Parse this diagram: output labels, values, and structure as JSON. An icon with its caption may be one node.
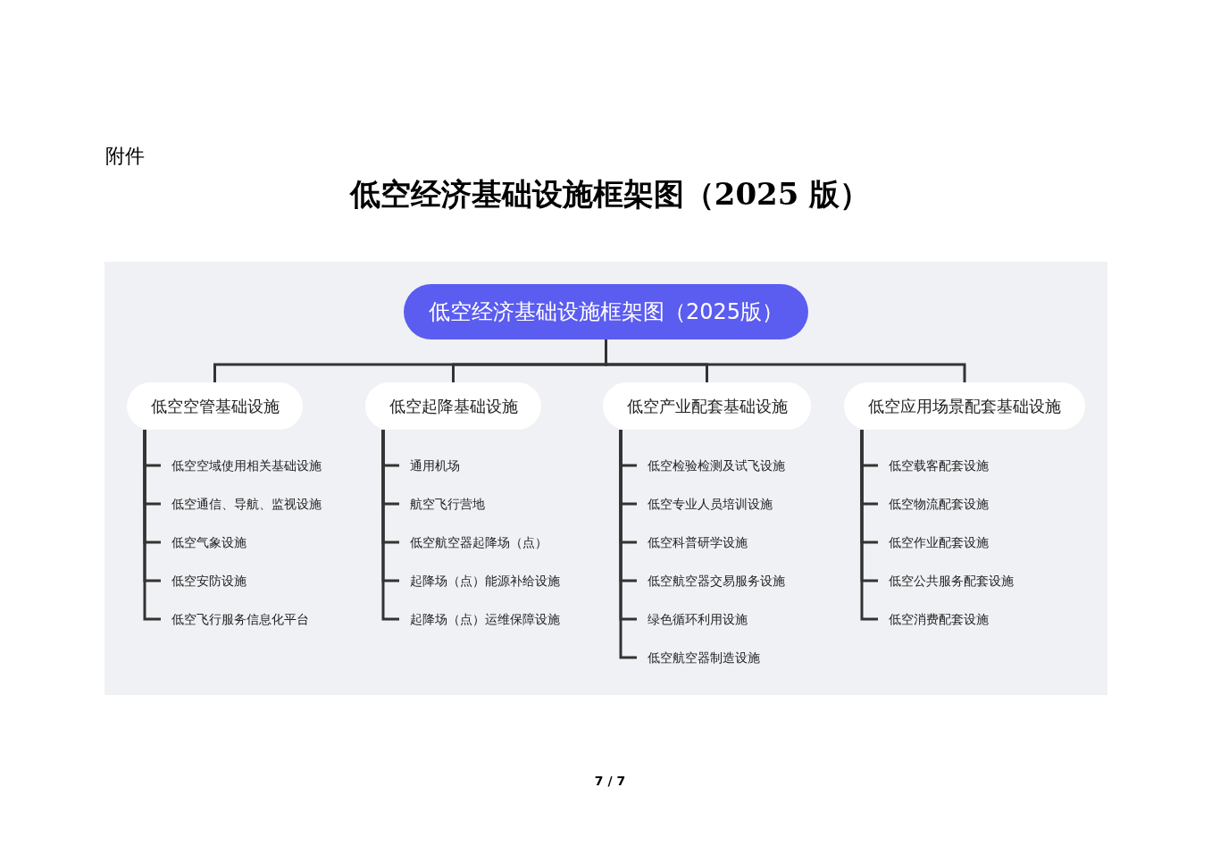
{
  "diagram": {
    "title": "低空经济基础设施框架图（2025 版）",
    "nodes": [
      {
        "text": [
          "低空经济基础设施框架图（2025版）"
        ]
      },
      {
        "text": [
          "低空空管基础设施"
        ]
      },
      {
        "text": [
          "低空起降基础设施"
        ]
      },
      {
        "text": [
          "低空产业配套基础设施"
        ]
      },
      {
        "text": [
          "低空应用场景配套基础设施"
        ]
      },
      {
        "text": [
          "低空空域使用相关基础设施"
        ]
      },
      {
        "text": [
          "低空通信、导航、监视设施"
        ]
      },
      {
        "text": [
          "低空气象设施"
        ]
      },
      {
        "text": [
          "低空安防设施"
        ]
      },
      {
        "text": [
          "低空飞行服务信息化平台"
        ]
      },
      {
        "text": [
          "通用机场"
        ]
      },
      {
        "text": [
          "航空飞行营地"
        ]
      },
      {
        "text": [
          "低空航空器起降场（点）"
        ]
      },
      {
        "text": [
          "起降场（点）能源补给设施"
        ]
      },
      {
        "text": [
          "起降场（点）运维保障设施"
        ]
      },
      {
        "text": [
          "低空检验检测及试飞设施"
        ]
      },
      {
        "text": [
          "低空专业人员培训设施"
        ]
      },
      {
        "text": [
          "低空科普研学设施"
        ]
      },
      {
        "text": [
          "低空航空器交易服务设施"
        ]
      },
      {
        "text": [
          "绿色循环利用设施"
        ]
      },
      {
        "text": [
          "低空航空器制造设施"
        ]
      },
      {
        "text": [
          "低空载客配套设施"
        ]
      },
      {
        "text": [
          "低空物流配套设施"
        ]
      },
      {
        "text": [
          "低空作业配套设施"
        ]
      },
      {
        "text": [
          "低空公共服务配套设施"
        ]
      },
      {
        "text": [
          "低空消费配套设施"
        ]
      }
    ],
    "edges": [
      {
        "from": 0,
        "to": 1,
        "arrow": "none"
      },
      {
        "from": 0,
        "to": 2,
        "arrow": "none"
      },
      {
        "from": 0,
        "to": 3,
        "arrow": "none"
      },
      {
        "from": 0,
        "to": 4,
        "arrow": "none"
      },
      {
        "from": 1,
        "to": 5,
        "arrow": "none"
      },
      {
        "from": 1,
        "to": 6,
        "arrow": "none"
      },
      {
        "from": 1,
        "to": 7,
        "arrow": "none"
      },
      {
        "from": 1,
        "to": 8,
        "arrow": "none"
      },
      {
        "from": 1,
        "to": 9,
        "arrow": "none"
      },
      {
        "from": 2,
        "to": 10,
        "arrow": "none"
      },
      {
        "from": 2,
        "to": 11,
        "arrow": "none"
      },
      {
        "from": 2,
        "to": 12,
        "arrow": "none"
      },
      {
        "from": 2,
        "to": 13,
        "arrow": "none"
      },
      {
        "from": 2,
        "to": 14,
        "arrow": "none"
      },
      {
        "from": 3,
        "to": 15,
        "arrow": "none"
      },
      {
        "from": 3,
        "to": 16,
        "arrow": "none"
      },
      {
        "from": 3,
        "to": 17,
        "arrow": "none"
      },
      {
        "from": 3,
        "to": 18,
        "arrow": "none"
      },
      {
        "from": 3,
        "to": 19,
        "arrow": "none"
      },
      {
        "from": 3,
        "to": 20,
        "arrow": "none"
      },
      {
        "from": 4,
        "to": 21,
        "arrow": "none"
      },
      {
        "from": 4,
        "to": 22,
        "arrow": "none"
      },
      {
        "from": 4,
        "to": 23,
        "arrow": "none"
      },
      {
        "from": 4,
        "to": 24,
        "arrow": "none"
      },
      {
        "from": 4,
        "to": 25,
        "arrow": "none"
      }
    ],
    "labels": [
      "附件",
      "7 / 7"
    ]
  }
}
